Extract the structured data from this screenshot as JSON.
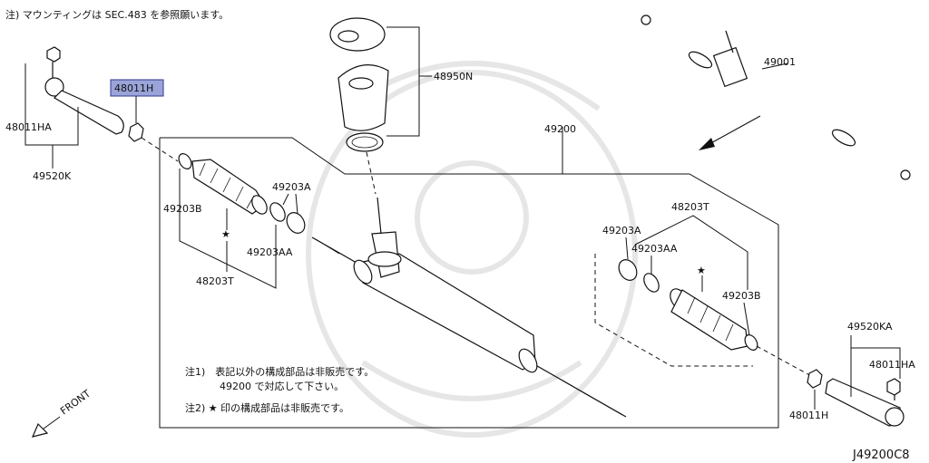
{
  "header_note": "注) マウンティングは SEC.483 を参照願います。",
  "parts": {
    "p48950N": "48950N",
    "p49001": "49001",
    "p49200": "49200",
    "p48011H_top": "48011H",
    "p48011HA_left": "48011HA",
    "p49520K": "49520K",
    "p49203B_left": "49203B",
    "p49203A_left": "49203A",
    "p49203AA_left": "49203AA",
    "p48203T_left": "48203T",
    "p48203T_right": "48203T",
    "p49203A_right": "49203A",
    "p49203AA_right": "49203AA",
    "p49203B_right": "49203B",
    "p49520KA": "49520KA",
    "p48011HA_right": "48011HA",
    "p48011H_bottom": "48011H"
  },
  "star": "★",
  "notes": {
    "n1_line1": "注1)　表記以外の構成部品は非販売です。",
    "n1_line2": "49200 で対応して下さい。",
    "n2": "注2) ★ 印の構成部品は非販売です。"
  },
  "front_label": "FRONT",
  "diagram_code": "J49200C8",
  "highlight_color": "#9aa4d8"
}
